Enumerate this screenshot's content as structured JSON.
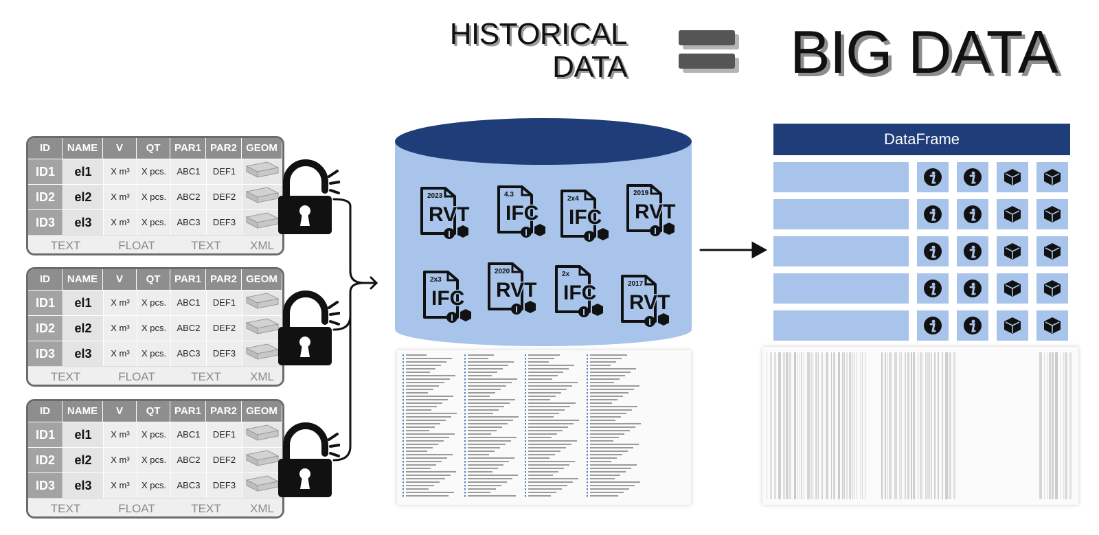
{
  "header": {
    "left_title_line1": "HISTORICAL",
    "left_title_line2": "DATA",
    "right_title": "BIG DATA"
  },
  "table": {
    "headers": [
      "ID",
      "NAME",
      "V",
      "QT",
      "PAR1",
      "PAR2",
      "GEOM"
    ],
    "rows": [
      {
        "id": "ID1",
        "name": "el1",
        "v": "X m³",
        "qt": "X pcs.",
        "par1": "ABC1",
        "par2": "DEF1"
      },
      {
        "id": "ID2",
        "name": "el2",
        "v": "X m³",
        "qt": "X pcs.",
        "par1": "ABC2",
        "par2": "DEF2"
      },
      {
        "id": "ID3",
        "name": "el3",
        "v": "X m³",
        "qt": "X pcs.",
        "par1": "ABC3",
        "par2": "DEF3"
      }
    ],
    "types": [
      "TEXT",
      "FLOAT",
      "TEXT",
      "XML"
    ]
  },
  "files": [
    {
      "format": "RVT",
      "version": "2023"
    },
    {
      "format": "IFC",
      "version": "4.3"
    },
    {
      "format": "IFC",
      "version": "2x4"
    },
    {
      "format": "RVT",
      "version": "2019"
    },
    {
      "format": "IFC",
      "version": "2x3"
    },
    {
      "format": "RVT",
      "version": "2020"
    },
    {
      "format": "IFC",
      "version": "2x"
    },
    {
      "format": "RVT",
      "version": "2017"
    }
  ],
  "dataframe": {
    "title": "DataFrame",
    "row_count": 5,
    "cell_icons": [
      "info-icon",
      "info-icon",
      "cube-icon",
      "cube-icon"
    ]
  },
  "colors": {
    "db_top": "#1f3d78",
    "db_body": "#a8c4ea",
    "df_header": "#1f3d78",
    "table_header": "#8e8e8e"
  }
}
